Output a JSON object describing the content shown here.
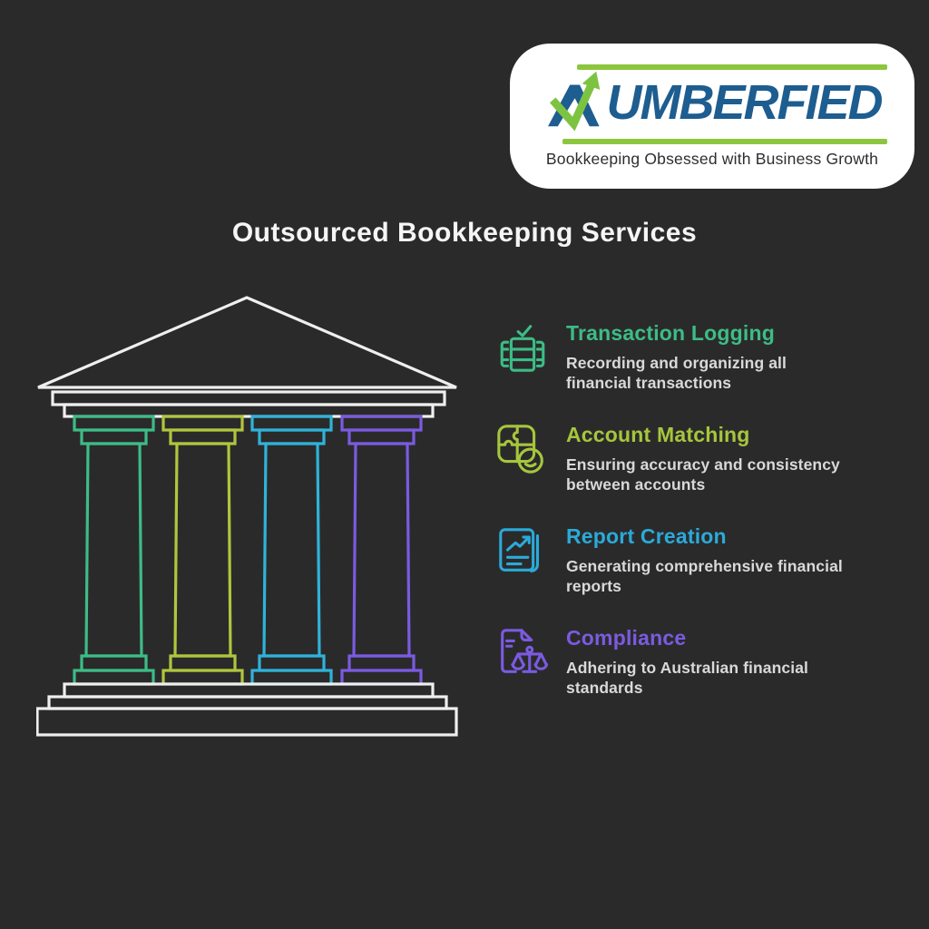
{
  "page": {
    "background": "#2b2a2b"
  },
  "logo": {
    "brand": "NUMBERFIED",
    "wordmark": "UMBERFIED",
    "tagline": "Bookkeeping Obsessed with Business Growth",
    "colors": {
      "card_bg": "#ffffff",
      "wordmark_blue": "#1d5d90",
      "arrow_green": "#7dc342",
      "accent_line_green": "#8cc63e",
      "tagline_text": "#2e2e2e"
    }
  },
  "title": {
    "text": "Outsourced Bookkeeping Services",
    "color": "#f5f5f5"
  },
  "diagram": {
    "type": "temple-with-four-pillars",
    "outline_color": "#efefef",
    "pillar_colors": [
      "#3cbd86",
      "#aec73d",
      "#2fb3d9",
      "#7a5be0"
    ]
  },
  "services": [
    {
      "heading": "Transaction Logging",
      "description": "Recording and organizing all financial transactions",
      "color": "#3cbd86",
      "icon": "ledger-check-icon"
    },
    {
      "heading": "Account Matching",
      "description": "Ensuring accuracy and consistency between accounts",
      "color": "#a6c63c",
      "icon": "puzzle-smiley-icon"
    },
    {
      "heading": "Report Creation",
      "description": "Generating comprehensive financial reports",
      "color": "#2baad9",
      "icon": "report-chart-icon"
    },
    {
      "heading": "Compliance",
      "description": "Adhering to Australian financial standards",
      "color": "#7a5be0",
      "icon": "document-scales-icon"
    }
  ]
}
